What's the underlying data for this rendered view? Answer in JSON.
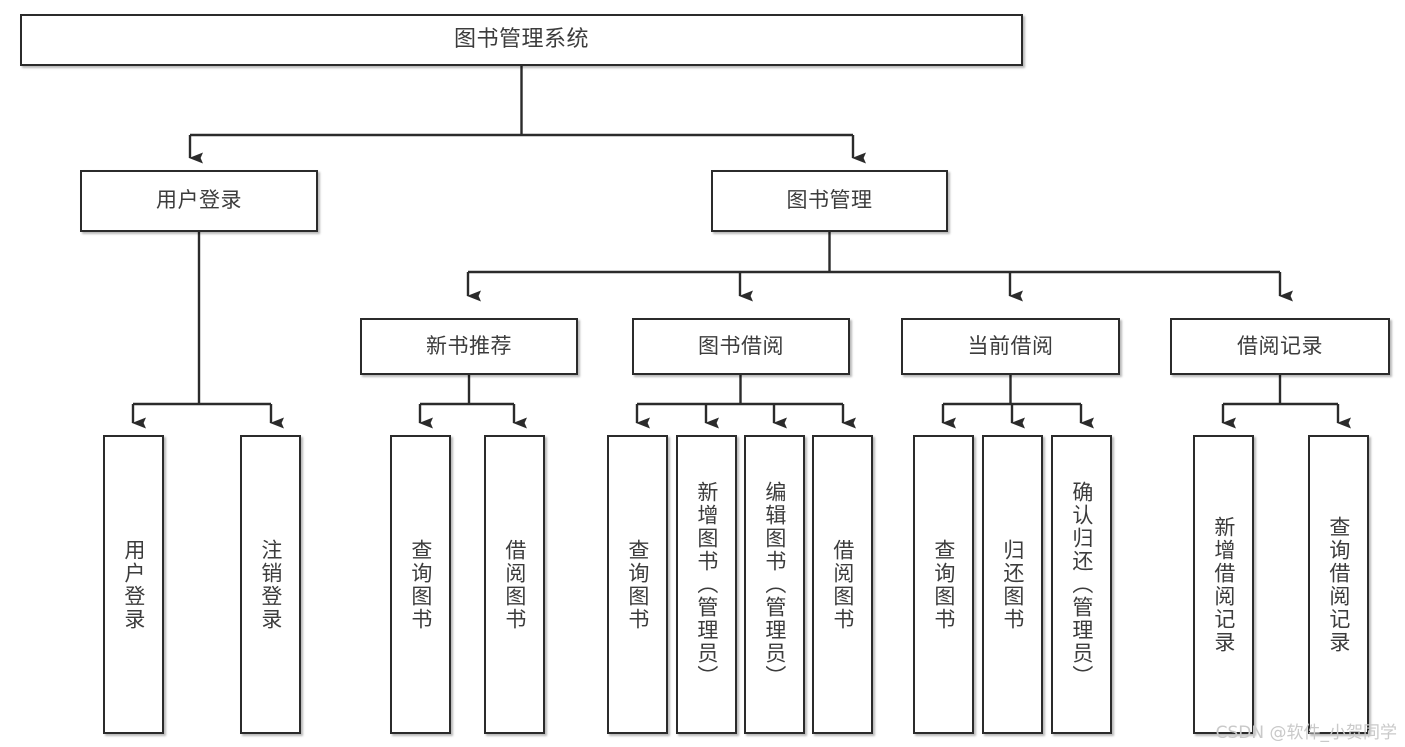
{
  "diagram": {
    "type": "tree",
    "title": "图书管理系统",
    "orientation": "top-down",
    "edge_style": "orthogonal-arrow",
    "colors": {
      "box_border": "#2b2b2b",
      "box_fill": "#ffffff",
      "text": "#3c3c3c",
      "line": "#2b2b2b",
      "watermark": "#c9c9c9"
    },
    "root": {
      "label": "图书管理系统"
    },
    "level2": [
      {
        "label": "用户登录"
      },
      {
        "label": "图书管理"
      }
    ],
    "level3": [
      {
        "label": "新书推荐"
      },
      {
        "label": "图书借阅"
      },
      {
        "label": "当前借阅"
      },
      {
        "label": "借阅记录"
      }
    ],
    "leaves": {
      "user_login": [
        {
          "label": "用户登录"
        },
        {
          "label": "注销登录"
        }
      ],
      "new_book_recommend": [
        {
          "label": "查询图书"
        },
        {
          "label": "借阅图书"
        }
      ],
      "book_borrow": [
        {
          "label": "查询图书"
        },
        {
          "label": "新增图书（管理员）"
        },
        {
          "label": "编辑图书（管理员）"
        },
        {
          "label": "借阅图书"
        }
      ],
      "current_borrow": [
        {
          "label": "查询图书"
        },
        {
          "label": "归还图书"
        },
        {
          "label": "确认归还（管理员）"
        }
      ],
      "borrow_records": [
        {
          "label": "新增借阅记录"
        },
        {
          "label": "查询借阅记录"
        }
      ]
    }
  },
  "watermark": {
    "text": "CSDN @软件_小贺同学"
  }
}
